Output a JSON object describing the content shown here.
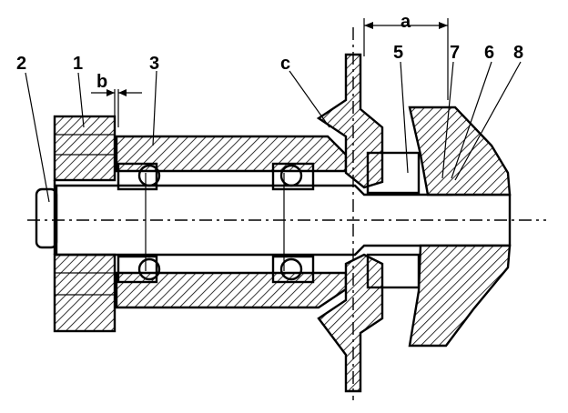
{
  "labels": {
    "n1": "1",
    "n2": "2",
    "n3": "3",
    "n5": "5",
    "n6": "6",
    "n7": "7",
    "n8": "8",
    "a": "a",
    "b": "b",
    "c": "c"
  }
}
